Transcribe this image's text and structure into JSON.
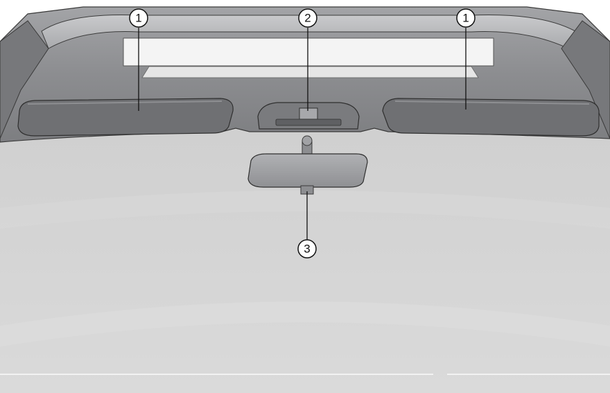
{
  "callouts": [
    {
      "id": "sun-visor-left",
      "number": "1"
    },
    {
      "id": "overhead-console",
      "number": "2"
    },
    {
      "id": "sun-visor-right",
      "number": "1"
    },
    {
      "id": "rearview-mirror",
      "number": "3"
    }
  ],
  "colors": {
    "headliner": "#8a8b8e",
    "headliner_highlight": "#b4b5b8",
    "visor": "#6e6f72",
    "windshield": "#d3d3d3",
    "mirror": "#9c9da0",
    "outline": "#3a3a3a"
  }
}
